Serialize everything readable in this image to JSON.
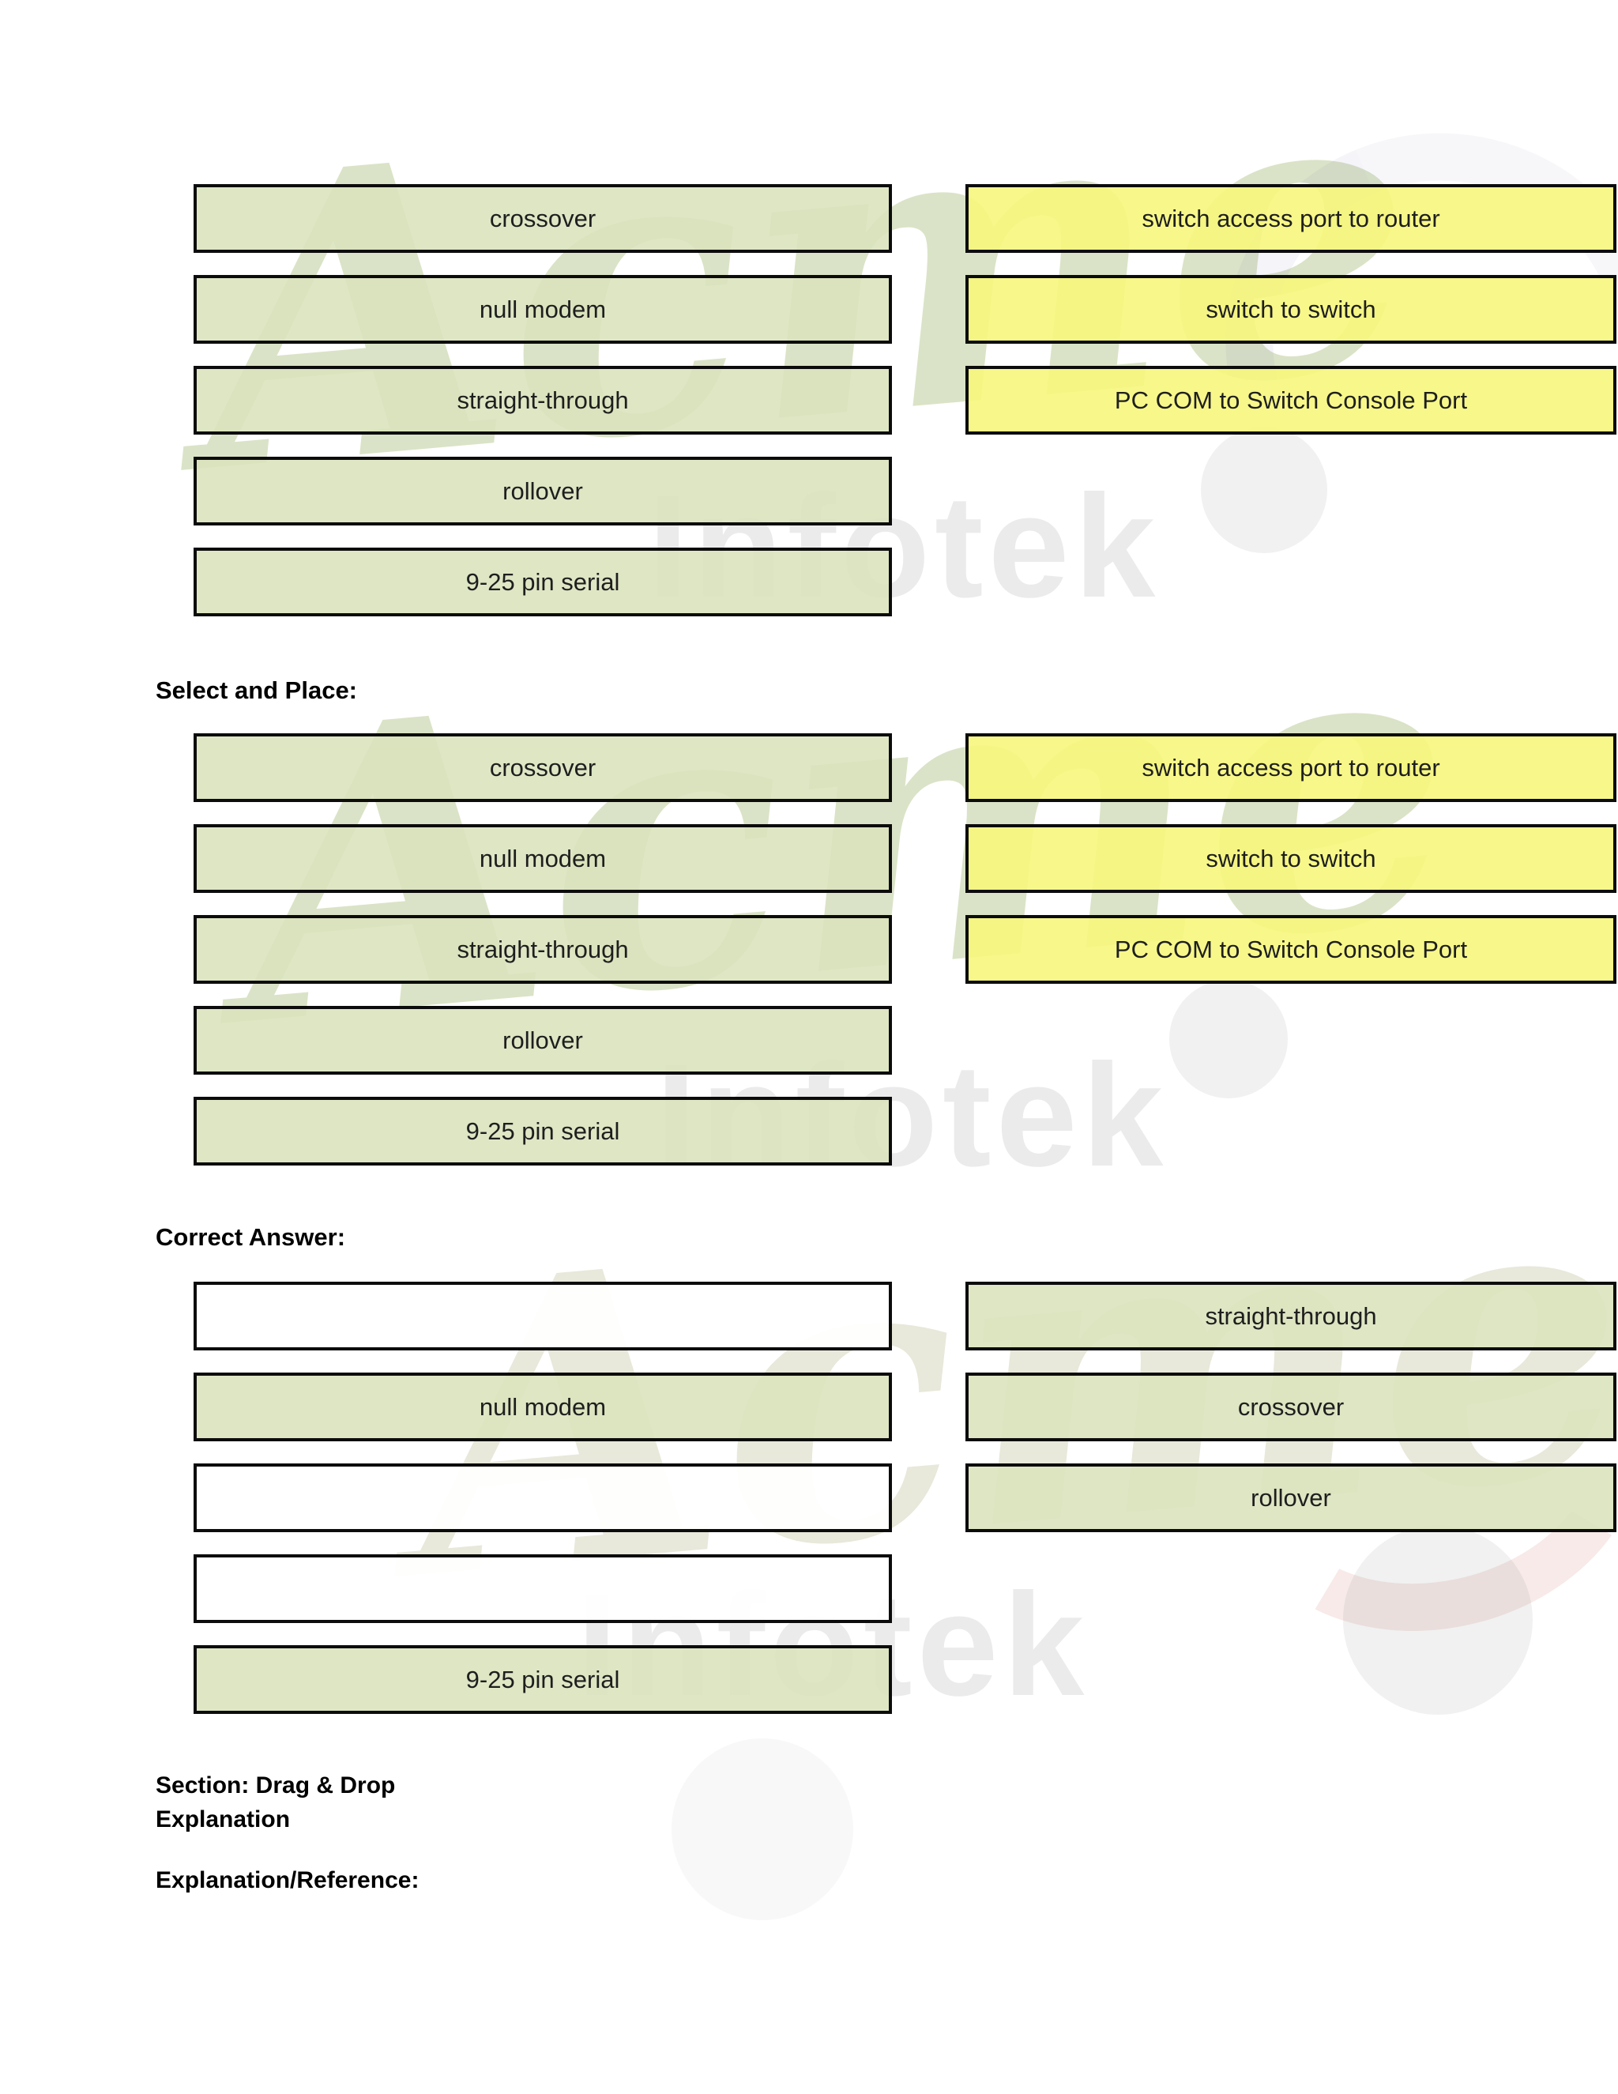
{
  "headings": {
    "select_and_place": "Select and Place:",
    "correct_answer": "Correct Answer:",
    "section_label": "Section: Drag & Drop",
    "explanation_label": "Explanation",
    "reference_label": "Explanation/Reference:"
  },
  "watermark": {
    "script_word": "Acme",
    "block_word": "Infotek"
  },
  "colors": {
    "green": "#d9e3bc",
    "yellow": "#f7f77a",
    "border": "#0c0c0c",
    "text": "#1e1e1e"
  },
  "cables": [
    "crossover",
    "null modem",
    "straight-through",
    "rollover",
    "9-25 pin serial"
  ],
  "connections": [
    "switch access port to router",
    "switch to switch",
    "PC COM to Switch Console Port"
  ],
  "answer": {
    "cable_slots": [
      "",
      "null modem",
      "",
      "",
      "9-25 pin serial"
    ],
    "connection_slots": [
      "straight-through",
      "crossover",
      "rollover"
    ]
  }
}
